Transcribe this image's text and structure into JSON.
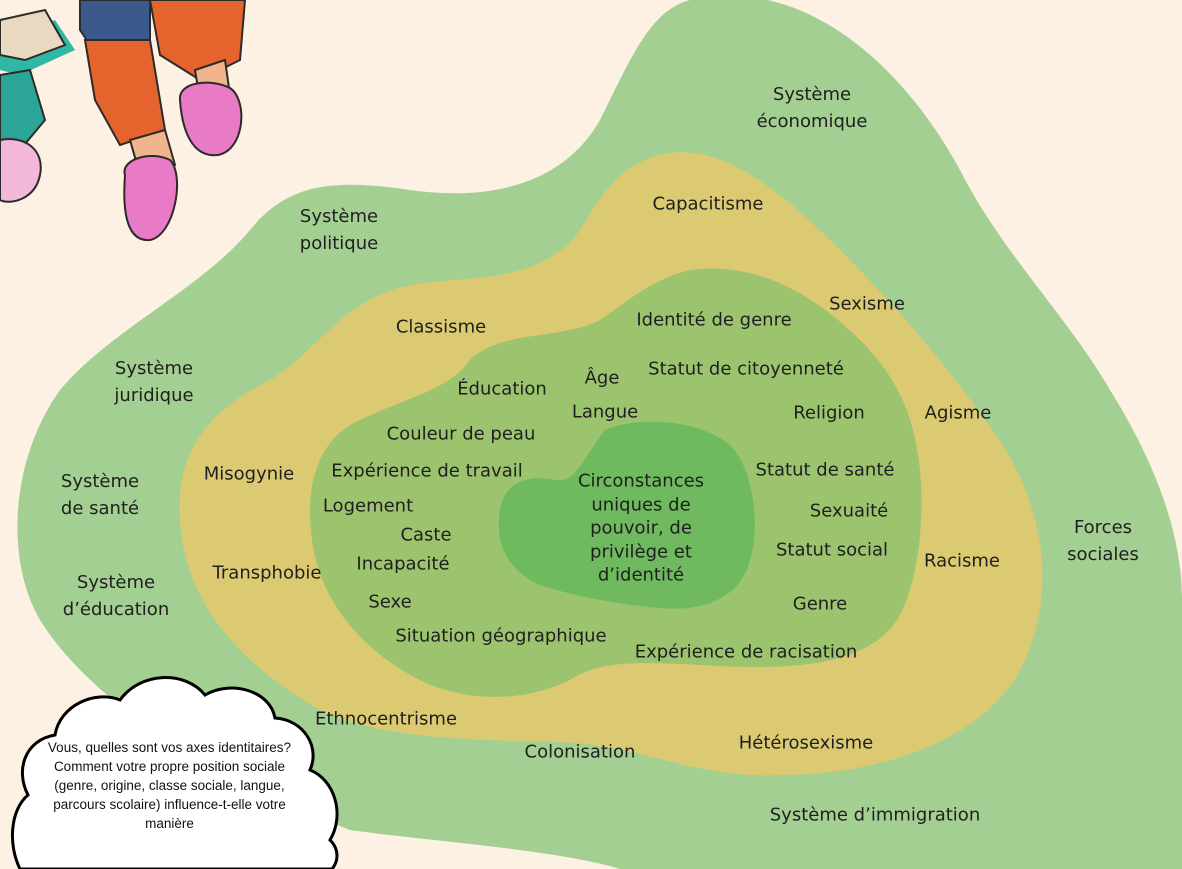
{
  "colors": {
    "background": "#fdf1e4",
    "outer_ring": "#a3cf92",
    "middle_ring": "#dcca72",
    "inner_ring": "#9cc46e",
    "core": "#6fba5f",
    "cloud_fill": "#ffffff",
    "cloud_stroke": "#000000"
  },
  "outer_ring_labels": {
    "economic": "Système\néconomique",
    "political": "Système\npolitique",
    "legal": "Système\njuridique",
    "health": "Système\nde santé",
    "education": "Système\nd’éducation",
    "social_forces": "Forces\nsociales",
    "immigration": "Système d’immigration"
  },
  "middle_ring_labels": {
    "capacitisme": "Capacitisme",
    "sexisme": "Sexisme",
    "classisme": "Classisme",
    "agisme": "Agisme",
    "misogynie": "Misogynie",
    "racisme": "Racisme",
    "transphobie": "Transphobie",
    "ethnocentrisme": "Ethnocentrisme",
    "colonisation": "Colonisation",
    "heterosexisme": "Hétérosexisme"
  },
  "inner_ring_labels": {
    "identite_genre": "Identité de genre",
    "age": "Âge",
    "statut_citoyennete": "Statut de citoyenneté",
    "education": "Éducation",
    "langue": "Langue",
    "religion": "Religion",
    "couleur_peau": "Couleur de peau",
    "experience_travail": "Expérience de travail",
    "statut_sante": "Statut de santé",
    "logement": "Logement",
    "sexuaite": "Sexuaité",
    "caste": "Caste",
    "statut_social": "Statut social",
    "incapacite": "Incapacité",
    "sexe": "Sexe",
    "genre": "Genre",
    "situation_geo": "Situation géographique",
    "experience_racisation": "Expérience de racisation"
  },
  "core_label": "Circonstances\nuniques de\npouvoir, de\nprivilège et\nd’identité",
  "cloud_question": "Vous, quelles sont vos axes identitaires? Comment votre propre position sociale (genre, origine, classe sociale, langue, parcours scolaire) influence-t-elle votre manière"
}
